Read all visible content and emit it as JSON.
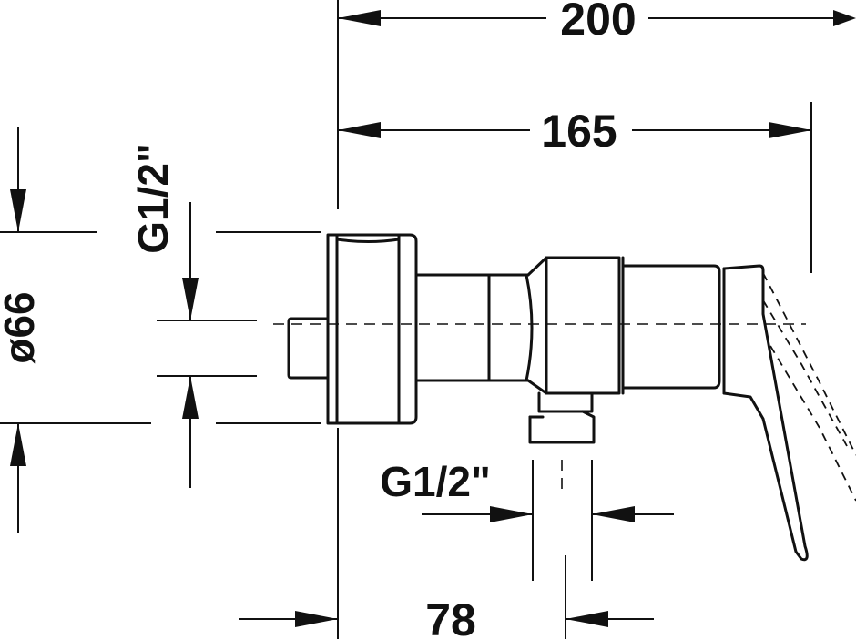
{
  "dimensions": {
    "overall_length": "200",
    "body_length": "165",
    "rosette_diameter": "ø66",
    "top_thread": "G1/2\"",
    "bottom_thread": "G1/2\"",
    "outlet_offset": "78"
  }
}
